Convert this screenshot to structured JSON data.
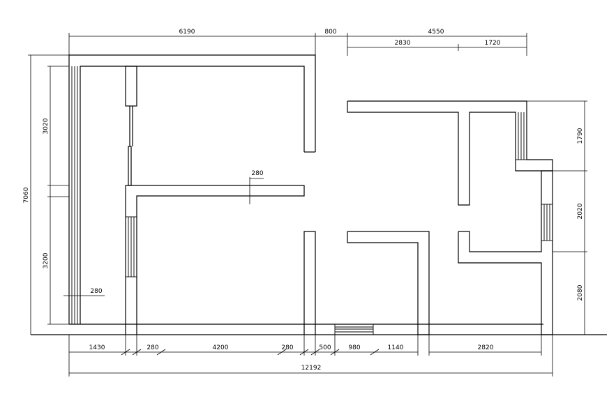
{
  "dimensions": {
    "top_left": "6190",
    "top_mid": "800",
    "top_right": "4550",
    "top_right_a": "2830",
    "top_right_b": "1720",
    "left_total": "7060",
    "left_upper": "3020",
    "left_lower": "3200",
    "right_upper": "1790",
    "right_mid": "2020",
    "right_lower": "2080",
    "bottom_1": "1430",
    "bottom_2": "280",
    "bottom_3": "4200",
    "bottom_4": "280",
    "bottom_5": "500",
    "bottom_6": "980",
    "bottom_7": "1140",
    "bottom_8": "2820",
    "bottom_total": "12192",
    "wall_thickness_inner": "280",
    "wall_thickness_left": "280"
  }
}
